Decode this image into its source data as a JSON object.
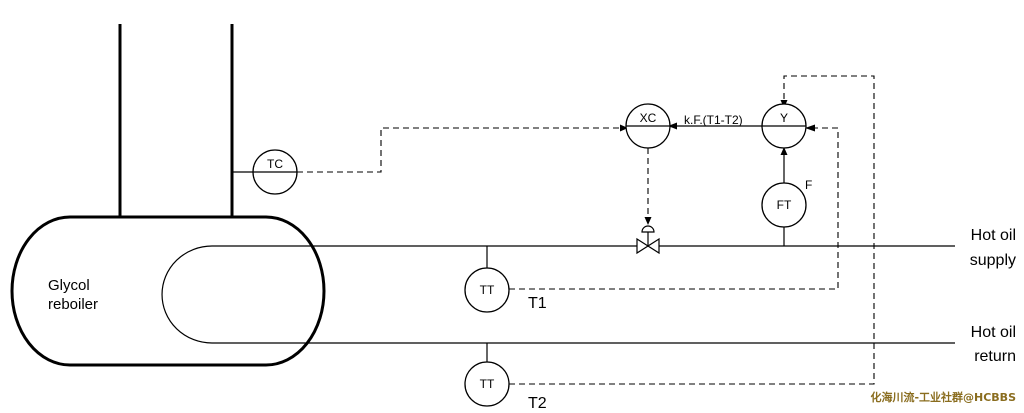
{
  "equipment": {
    "reboiler_line1": "Glycol",
    "reboiler_line2": "reboiler"
  },
  "instruments": {
    "tc": "TC",
    "xc": "XC",
    "y": "Y",
    "ft": "FT",
    "tt_supply": "TT",
    "tt_return": "TT"
  },
  "labels": {
    "formula": "k.F.(T1-T2)",
    "flow_signal": "F",
    "t1": "T1",
    "t2": "T2",
    "hot_oil_supply_line1": "Hot oil",
    "hot_oil_supply_line2": "supply",
    "hot_oil_return_line1": "Hot oil",
    "hot_oil_return_line2": "return"
  },
  "watermark": "化海川流-工业社群@HCBBS"
}
